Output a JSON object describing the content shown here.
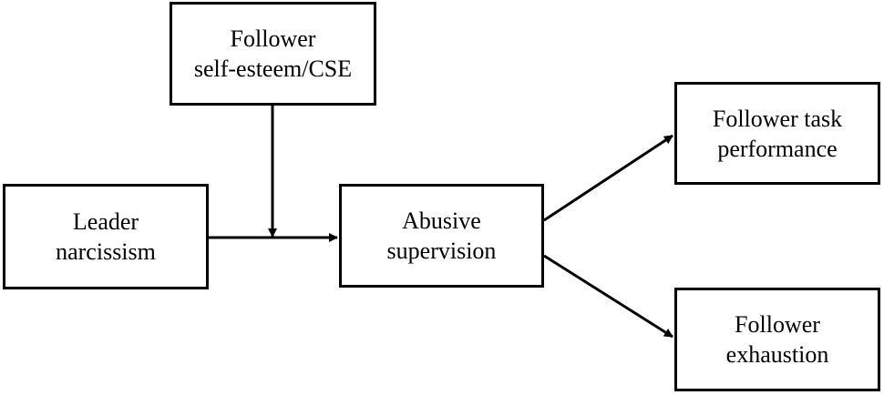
{
  "diagram": {
    "nodes": {
      "moderator": {
        "line1": "Follower",
        "line2": "self-esteem/CSE"
      },
      "leader": {
        "line1": "Leader",
        "line2": "narcissism"
      },
      "abusive": {
        "line1": "Abusive",
        "line2": "supervision"
      },
      "task": {
        "line1": "Follower task",
        "line2": "performance"
      },
      "exhaustion": {
        "line1": "Follower",
        "line2": "exhaustion"
      }
    },
    "edges": [
      {
        "from": "leader",
        "to": "abusive",
        "type": "direct"
      },
      {
        "from": "moderator",
        "to": "leader-abusive-path",
        "type": "moderation"
      },
      {
        "from": "abusive",
        "to": "task",
        "type": "direct"
      },
      {
        "from": "abusive",
        "to": "exhaustion",
        "type": "direct"
      }
    ],
    "colors": {
      "line": "#000000",
      "box_fill": "#ffffff",
      "text": "#000000"
    }
  }
}
